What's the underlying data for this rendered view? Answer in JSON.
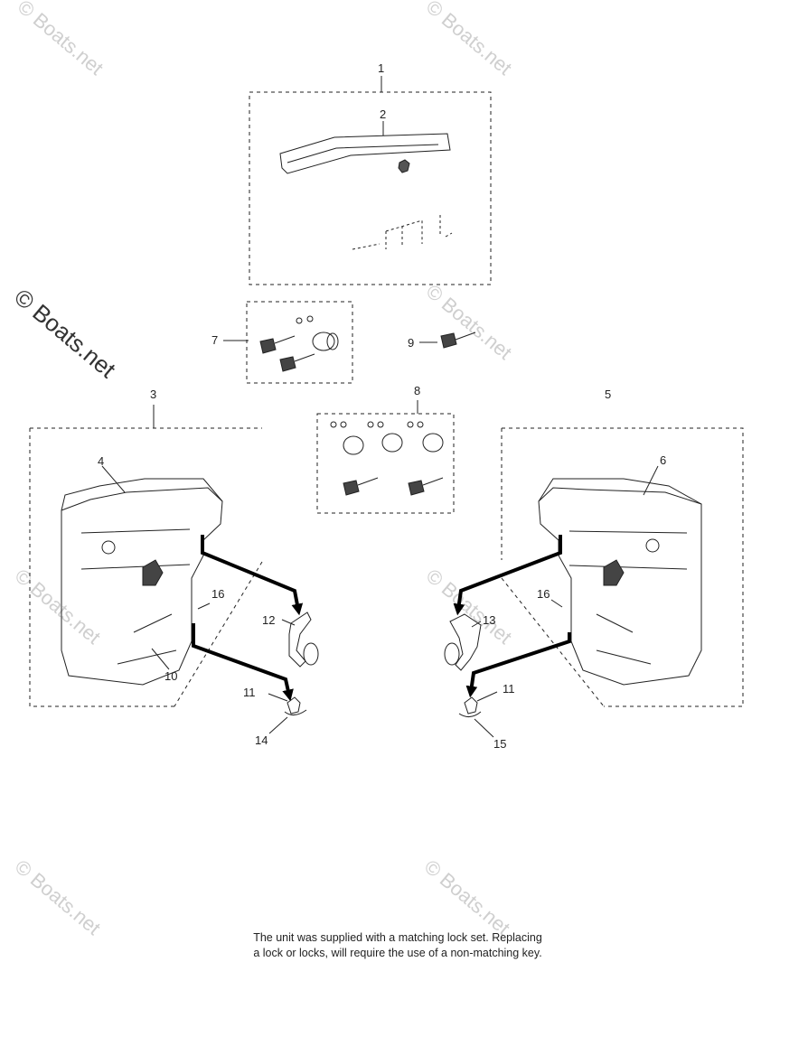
{
  "watermark": {
    "text": "© Boats.net"
  },
  "callouts": [
    "1",
    "2",
    "3",
    "4",
    "5",
    "6",
    "7",
    "8",
    "9",
    "10",
    "11",
    "12",
    "13",
    "14",
    "15",
    "16"
  ],
  "note": {
    "line1": "The unit was supplied with a matching lock set. Replacing",
    "line2": "a lock or locks, will require the use of a non-matching key."
  },
  "colors": {
    "line": "#222222",
    "arrow": "#000000",
    "watermark": "#cfcfcf",
    "background": "#ffffff"
  }
}
